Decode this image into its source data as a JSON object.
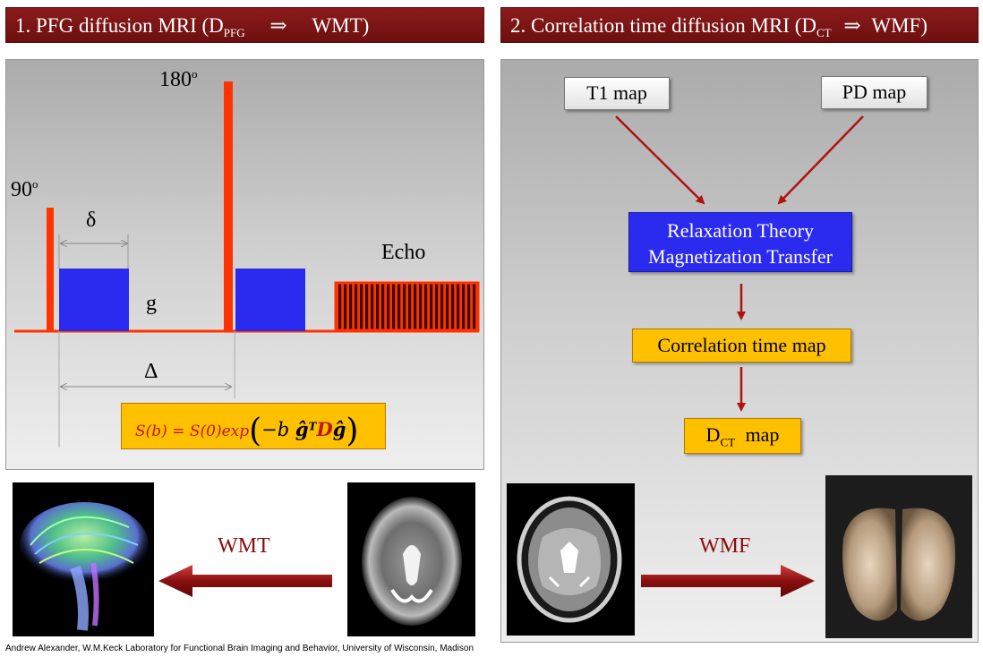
{
  "header_left": {
    "prefix": "1. PFG diffusion MRI (D",
    "sub": "PFG",
    "arrow": "⇒",
    "suffix": "WMT)"
  },
  "header_right": {
    "prefix": "2. Correlation time diffusion MRI (D",
    "sub": "CT",
    "arrow": "⇒",
    "suffix": "WMF)"
  },
  "pulse_sequence": {
    "label_90": "90",
    "label_90_sup": "o",
    "label_180": "180",
    "label_180_sup": "o",
    "delta_small": "δ",
    "gradient": "g",
    "delta_big": "Δ",
    "echo": "Echo"
  },
  "formula": {
    "lhs": "S(b) = S(0)exp",
    "inner": "−b ",
    "g_hat": "ĝ",
    "T": "T",
    "D": "D",
    "g_hat2": "ĝ"
  },
  "flowchart": {
    "t1_map": "T1 map",
    "pd_map": "PD map",
    "relaxation_line1": "Relaxation Theory",
    "relaxation_line2": "Magnetization Transfer",
    "correlation_map": "Correlation time map",
    "dct_prefix": "D",
    "dct_sub": "CT",
    "dct_suffix": "map"
  },
  "arrows": {
    "wmt": "WMT",
    "wmf": "WMF"
  },
  "credit": "Andrew Alexander, W.M.Keck Laboratory for Functional Brain Imaging and Behavior, University of Wisconsin, Madison",
  "colors": {
    "header": "#7a1414",
    "pulse_red": "#ff3300",
    "gradient_blue": "#2b2bf0",
    "highlight_yellow": "#ffc000",
    "arrow_darkred": "#a01010"
  }
}
